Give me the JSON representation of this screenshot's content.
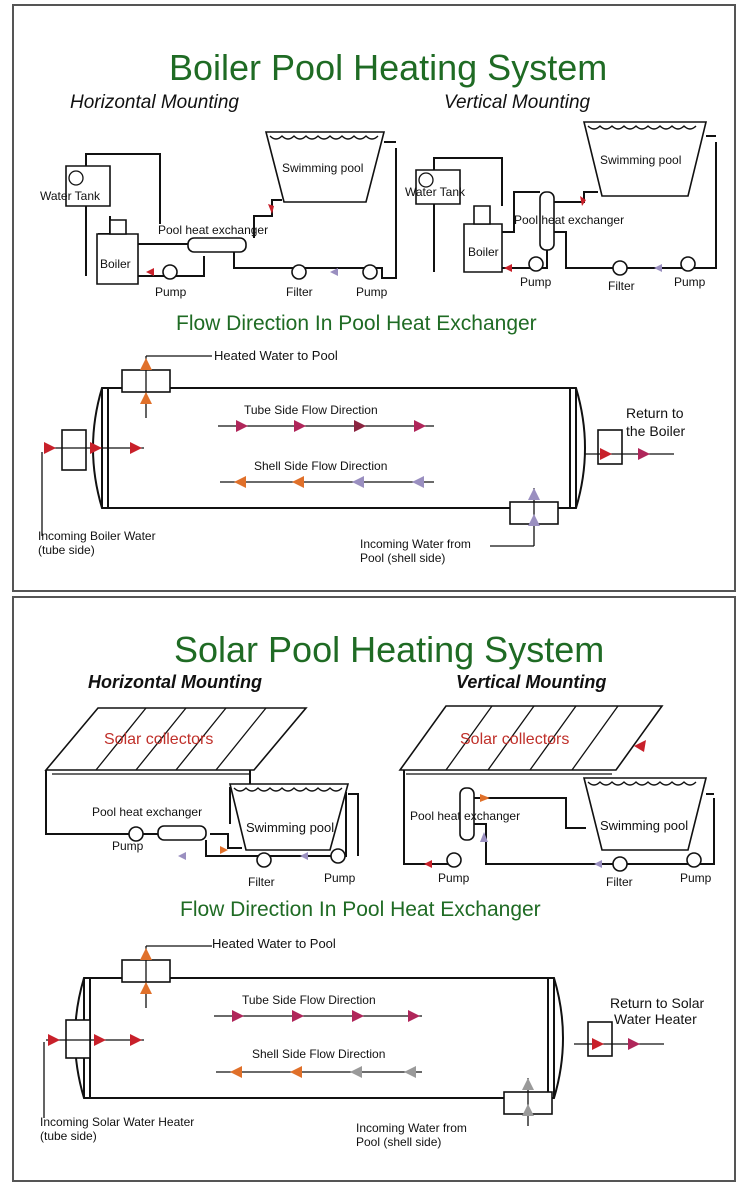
{
  "boiler": {
    "title": "Boiler Pool Heating System",
    "horizontal": "Horizontal Mounting",
    "vertical": "Vertical Mounting",
    "water_tank": "Water Tank",
    "boiler": "Boiler",
    "swimming_pool": "Swimming pool",
    "heat_exchanger": "Pool heat exchanger",
    "pump": "Pump",
    "filter": "Filter",
    "flow_title": "Flow Direction  In Pool Heat Exchanger",
    "heated_water": "Heated Water to Pool",
    "tube_side": "Tube Side  Flow  Direction",
    "shell_side": "Shell Side Flow Direction",
    "return_1": "Return to",
    "return_2": "the  Boiler",
    "incoming_1": "Incoming Boiler Water",
    "incoming_2": "(tube side)",
    "from_pool_1": "Incoming Water from",
    "from_pool_2": "Pool  (shell side)"
  },
  "solar": {
    "title": "Solar Pool Heating System",
    "horizontal": "Horizontal Mounting",
    "vertical": "Vertical Mounting",
    "collectors": "Solar collectors",
    "heat_exchanger": "Pool heat exchanger",
    "swimming_pool": "Swimming pool",
    "pump": "Pump",
    "filter": "Filter",
    "flow_title": "Flow Direction  In Pool Heat Exchanger",
    "heated_water": "Heated Water to Pool",
    "tube_side": "Tube Side  Flow  Direction",
    "shell_side": "Shell Side Flow Direction",
    "return_1": "Return to Solar",
    "return_2": "Water Heater",
    "incoming_1": "Incoming Solar Water Heater",
    "incoming_2": "(tube side)",
    "from_pool_1": "Incoming Water from",
    "from_pool_2": "Pool (shell side)"
  },
  "colors": {
    "title_green": "#1f6b24",
    "hot_red": "#c8202a",
    "magenta": "#b0265a",
    "orange": "#e0702a",
    "violet": "#9a8fc0",
    "grey": "#9a9a9a",
    "collector_red": "#c0302a"
  }
}
